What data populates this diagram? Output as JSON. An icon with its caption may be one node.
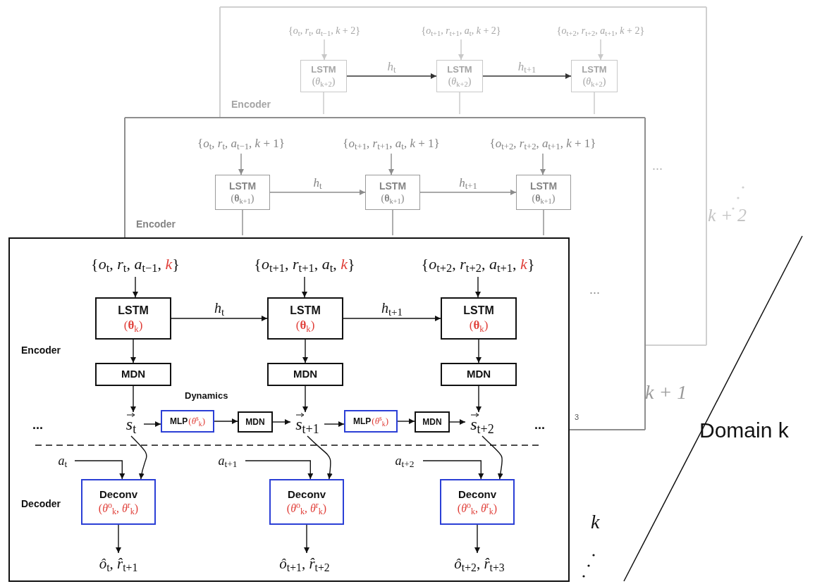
{
  "diagram": {
    "nodes": [
      {
        "text": [
          "Encoder"
        ]
      },
      {
        "in": 0,
        "text": [
          "{*o*$_{t}$, *r*$_{t}$, *a*$_{t−1}$, *k* + 2}"
        ]
      },
      {
        "in": 0,
        "text": [
          "{*o*$_{t+1}$, *r*$_{t+1}$, *a*$_{t}$, *k* + 2}"
        ]
      },
      {
        "in": 0,
        "text": [
          "{*o*$_{t+2}$, *r*$_{t+2}$, *a*$_{t+1}$, *k* + 2}"
        ]
      },
      {
        "in": 0,
        "text": [
          "LSTM",
          "(*θ*$_{k+2}$)"
        ]
      },
      {
        "in": 0,
        "text": [
          "LSTM",
          "(*θ*$_{k+2}$)"
        ]
      },
      {
        "in": 0,
        "text": [
          "LSTM",
          "(*θ*$_{k+2}$)"
        ]
      },
      {
        "text": [
          "Encoder"
        ]
      },
      {
        "in": 7,
        "text": [
          "{*o*$_{t}$, *r*$_{t}$, *a*$_{t−1}$, *k* + 1}"
        ]
      },
      {
        "in": 7,
        "text": [
          "{*o*$_{t+1}$, *r*$_{t+1}$, *a*$_{t}$, *k* + 1}"
        ]
      },
      {
        "in": 7,
        "text": [
          "{*o*$_{t+2}$, *r*$_{t+2}$, *a*$_{t+1}$, *k* + 1}"
        ]
      },
      {
        "in": 7,
        "text": [
          "LSTM",
          "(**θ**$_{k+1}$)"
        ]
      },
      {
        "in": 7,
        "text": [
          "LSTM",
          "(**θ**$_{k+1}$)"
        ]
      },
      {
        "in": 7,
        "text": [
          "LSTM",
          "(**θ**$_{k+1}$)"
        ]
      },
      {
        "text": [
          "Encoder",
          "Decoder"
        ],
        "beside": [
          "k"
        ]
      },
      {
        "in": 14,
        "text": [
          "{*o*$_{t}$, *r*$_{t}$, *a*$_{t−1}$, *k*}"
        ]
      },
      {
        "in": 14,
        "text": [
          "{*o*$_{t+1}$, *r*$_{t+1}$, *a*$_{t}$, *k*}"
        ]
      },
      {
        "in": 14,
        "text": [
          "{*o*$_{t+2}$, *r*$_{t+2}$, *a*$_{t+1}$, *k*}"
        ]
      },
      {
        "in": 14,
        "text": [
          "LSTM",
          "(**θ**$_{k}$)"
        ]
      },
      {
        "in": 14,
        "text": [
          "LSTM",
          "(**θ**$_{k}$)"
        ]
      },
      {
        "in": 14,
        "text": [
          "LSTM",
          "(**θ**$_{k}$)"
        ]
      },
      {
        "in": 14,
        "text": [
          "MDN"
        ]
      },
      {
        "in": 14,
        "text": [
          "MDN"
        ]
      },
      {
        "in": 14,
        "text": [
          "MDN"
        ]
      },
      {
        "in": 14,
        "text": [
          "*s*$_{t}$"
        ]
      },
      {
        "in": 14,
        "text": [
          "MLP",
          "(*θ*$^{s}$$_{k}$)"
        ]
      },
      {
        "in": 14,
        "text": [
          "MDN"
        ]
      },
      {
        "in": 14,
        "text": [
          "*s*$_{t+1}$"
        ]
      },
      {
        "in": 14,
        "text": [
          "MLP",
          "(*θ*$^{s}$$_{k}$)"
        ]
      },
      {
        "in": 14,
        "text": [
          "MDN"
        ]
      },
      {
        "in": 14,
        "text": [
          "*s*$_{t+2}$"
        ]
      },
      {
        "in": 14,
        "text": [
          "*a*$_{t}$"
        ]
      },
      {
        "in": 14,
        "text": [
          "*a*$_{t+1}$"
        ]
      },
      {
        "in": 14,
        "text": [
          "*a*$_{t+2}$"
        ]
      },
      {
        "in": 14,
        "text": [
          "Deconv",
          "(*θ*$^{o}$$_{k}$, *θ*$^{r}$$_{k}$)"
        ]
      },
      {
        "in": 14,
        "text": [
          "Deconv",
          "(*θ*$^{o}$$_{k}$, *θ*$^{r}$$_{k}$)"
        ]
      },
      {
        "in": 14,
        "text": [
          "Deconv",
          "(*θ*$^{o}$$_{k}$, *θ*$^{r}$$_{k}$)"
        ]
      },
      {
        "in": 14,
        "text": [
          "*ô*$_{t}$, *r̂*$_{t+1}$"
        ]
      },
      {
        "in": 14,
        "text": [
          "*ô*$_{t+1}$, *r̂*$_{t+2}$"
        ]
      },
      {
        "in": 14,
        "text": [
          "*ô*$_{t+2}$, *r̂*$_{t+3}$"
        ]
      }
    ],
    "edges": [
      {
        "from": 1,
        "to": 4,
        "arrow": "to",
        "color": "#c8c8c8"
      },
      {
        "from": 2,
        "to": 5,
        "arrow": "to",
        "color": "#c8c8c8"
      },
      {
        "from": 3,
        "to": 6,
        "arrow": "to",
        "color": "#c8c8c8"
      },
      {
        "from": 4,
        "to": 5,
        "arrow": "to",
        "label": "*h*$_{t}$",
        "color": "#333333"
      },
      {
        "from": 5,
        "to": 6,
        "arrow": "to",
        "label": "*h*$_{t+1}$",
        "color": "#333333"
      },
      {
        "from": 4,
        "to": null,
        "arrow": "none",
        "color": "#c8c8c8"
      },
      {
        "from": 5,
        "to": null,
        "arrow": "none",
        "color": "#c8c8c8"
      },
      {
        "from": 6,
        "to": null,
        "arrow": "none",
        "color": "#c8c8c8"
      },
      {
        "from": 8,
        "to": 11,
        "arrow": "to",
        "color": "#8c8c8c"
      },
      {
        "from": 9,
        "to": 12,
        "arrow": "to",
        "color": "#8c8c8c"
      },
      {
        "from": 10,
        "to": 13,
        "arrow": "to",
        "color": "#8c8c8c"
      },
      {
        "from": 11,
        "to": 12,
        "arrow": "to",
        "label": "*h*$_{t}$",
        "color": "#8c8c8c"
      },
      {
        "from": 12,
        "to": 13,
        "arrow": "to",
        "label": "*h*$_{t+1}$",
        "color": "#8c8c8c"
      },
      {
        "from": 11,
        "to": null,
        "arrow": "none",
        "color": "#8c8c8c"
      },
      {
        "from": 12,
        "to": null,
        "arrow": "none",
        "color": "#8c8c8c"
      },
      {
        "from": 13,
        "to": null,
        "arrow": "none",
        "color": "#8c8c8c"
      },
      {
        "from": 15,
        "to": 18,
        "arrow": "to"
      },
      {
        "from": 16,
        "to": 19,
        "arrow": "to"
      },
      {
        "from": 17,
        "to": 20,
        "arrow": "to"
      },
      {
        "from": 18,
        "to": 19,
        "arrow": "to",
        "label": "*h*$_{t}$"
      },
      {
        "from": 19,
        "to": 20,
        "arrow": "to",
        "label": "*h*$_{t+1}$"
      },
      {
        "from": 18,
        "to": 21,
        "arrow": "to"
      },
      {
        "from": 19,
        "to": 22,
        "arrow": "to"
      },
      {
        "from": 20,
        "to": 23,
        "arrow": "to"
      },
      {
        "from": 21,
        "to": 24,
        "arrow": "to"
      },
      {
        "from": 22,
        "to": 27,
        "arrow": "to"
      },
      {
        "from": 23,
        "to": 30,
        "arrow": "to"
      },
      {
        "from": 24,
        "to": 25,
        "arrow": "to"
      },
      {
        "from": 25,
        "to": 26,
        "arrow": "to"
      },
      {
        "from": 26,
        "to": 27,
        "arrow": "to"
      },
      {
        "from": 27,
        "to": 28,
        "arrow": "to"
      },
      {
        "from": 28,
        "to": 29,
        "arrow": "to"
      },
      {
        "from": 29,
        "to": 30,
        "arrow": "to"
      },
      {
        "from": 24,
        "to": 34,
        "arrow": "to"
      },
      {
        "from": 27,
        "to": 35,
        "arrow": "to"
      },
      {
        "from": 30,
        "to": 36,
        "arrow": "to"
      },
      {
        "from": 31,
        "to": 34,
        "arrow": "to"
      },
      {
        "from": 32,
        "to": 35,
        "arrow": "to"
      },
      {
        "from": 33,
        "to": 36,
        "arrow": "to"
      },
      {
        "from": 34,
        "to": 37,
        "arrow": "to"
      },
      {
        "from": 35,
        "to": 38,
        "arrow": "to"
      },
      {
        "from": 36,
        "to": 39,
        "arrow": "to"
      }
    ],
    "labels": [
      "...",
      "k + 2",
      "...",
      "k + 1",
      "Dynamics",
      "...",
      "...",
      "3",
      "Domain k"
    ]
  }
}
